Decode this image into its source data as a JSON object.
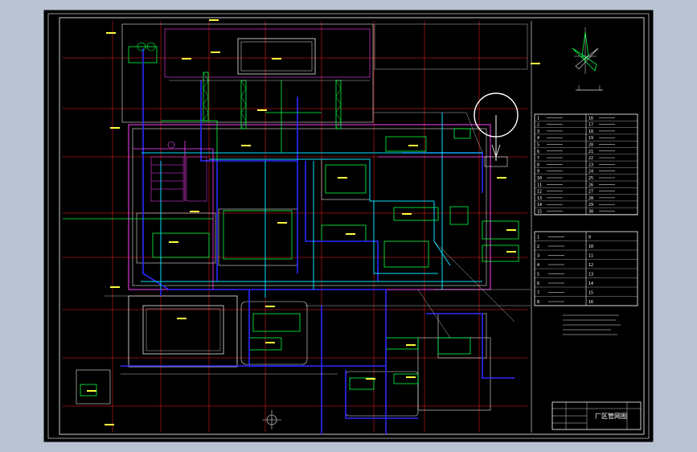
{
  "colors": {
    "viewport_bg": "#b9c3d2",
    "paper": "#000000",
    "frame": "#ffffff",
    "grid": "#ff2020",
    "pipe_blue": "#2a2aff",
    "pipe_cyan": "#00e0ff",
    "pipe_green": "#00ff40",
    "pipe_magenta": "#ff40ff",
    "outline_white": "#e6e6e6",
    "label_yellow": "#ffff40"
  },
  "compass": {
    "icon": "north-arrow-icon"
  },
  "legend": {
    "rows_top": [
      {
        "no": "1",
        "sym": "",
        "no2": "16"
      },
      {
        "no": "2",
        "sym": "",
        "no2": "17"
      },
      {
        "no": "3",
        "sym": "",
        "no2": "18"
      },
      {
        "no": "4",
        "sym": "",
        "no2": "19"
      },
      {
        "no": "5",
        "sym": "",
        "no2": "20"
      },
      {
        "no": "6",
        "sym": "",
        "no2": "21"
      },
      {
        "no": "7",
        "sym": "",
        "no2": "22"
      },
      {
        "no": "8",
        "sym": "",
        "no2": "23"
      },
      {
        "no": "9",
        "sym": "",
        "no2": "24"
      },
      {
        "no": "10",
        "sym": "",
        "no2": "25"
      },
      {
        "no": "11",
        "sym": "",
        "no2": "26"
      },
      {
        "no": "12",
        "sym": "",
        "no2": "27"
      },
      {
        "no": "13",
        "sym": "",
        "no2": "28"
      },
      {
        "no": "14",
        "sym": "",
        "no2": "29"
      },
      {
        "no": "15",
        "sym": "",
        "no2": "30"
      }
    ],
    "rows_bottom": [
      {
        "no": "1",
        "no2": "9"
      },
      {
        "no": "2",
        "no2": "10"
      },
      {
        "no": "3",
        "no2": "11"
      },
      {
        "no": "4",
        "no2": "12"
      },
      {
        "no": "5",
        "no2": "13"
      },
      {
        "no": "6",
        "no2": "14"
      },
      {
        "no": "7",
        "no2": "15"
      },
      {
        "no": "8",
        "no2": "16"
      }
    ]
  },
  "title_block": {
    "drawing_title": "厂区管网图"
  }
}
